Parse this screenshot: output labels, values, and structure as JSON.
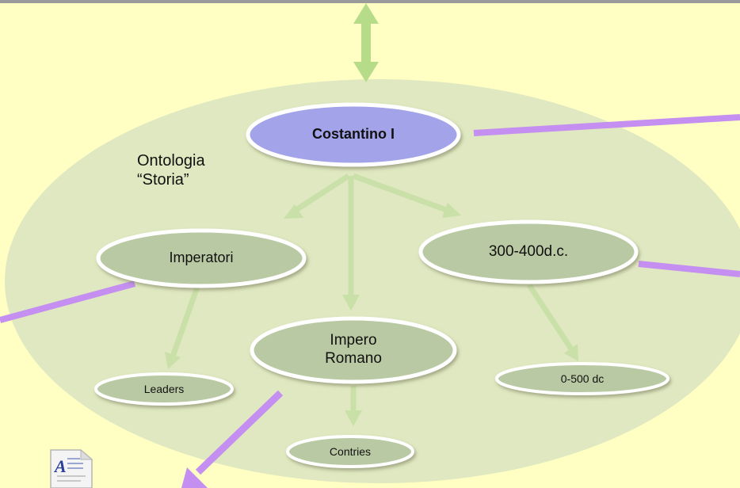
{
  "ontology_label": [
    "Ontologia",
    "“Storia”"
  ],
  "nodes": {
    "costantino": "Costantino I",
    "imperatori": "Imperatori",
    "impero_romano": "Impero\nRomano",
    "period": "300-400d.c.",
    "leaders": "Leaders",
    "contries": "Contries",
    "period2": "0-500 dc"
  },
  "colors": {
    "background": "#ffffc4",
    "ellipse": "#dfe8c0",
    "node_fill": "#b9c9a3",
    "highlight_node_fill": "#a3a3ea",
    "arrow": "#c9e0a8",
    "link": "#c48ff0"
  },
  "icons": [
    "double-arrow-icon",
    "document-icon"
  ]
}
